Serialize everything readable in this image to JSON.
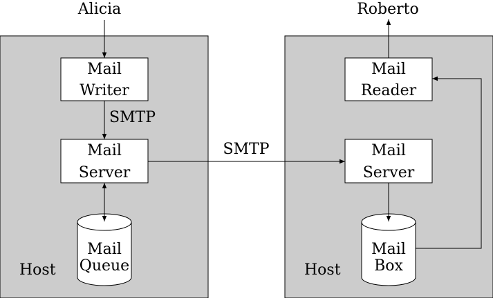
{
  "actors": {
    "sender": "Alicia",
    "receiver": "Roberto"
  },
  "hosts": {
    "left": {
      "label": "Host"
    },
    "right": {
      "label": "Host"
    }
  },
  "nodes": {
    "left_writer": {
      "line1": "Mail",
      "line2": "Writer"
    },
    "left_server": {
      "line1": "Mail",
      "line2": "Server"
    },
    "left_queue": {
      "line1": "Mail",
      "line2": "Queue"
    },
    "right_reader": {
      "line1": "Mail",
      "line2": "Reader"
    },
    "right_server": {
      "line1": "Mail",
      "line2": "Server"
    },
    "right_box": {
      "line1": "Mail",
      "line2": "Box"
    }
  },
  "edges": {
    "writer_to_server": "SMTP",
    "server_to_server": "SMTP"
  },
  "colors": {
    "host_fill": "#cccccc",
    "node_fill": "#ffffff",
    "stroke": "#000000"
  }
}
